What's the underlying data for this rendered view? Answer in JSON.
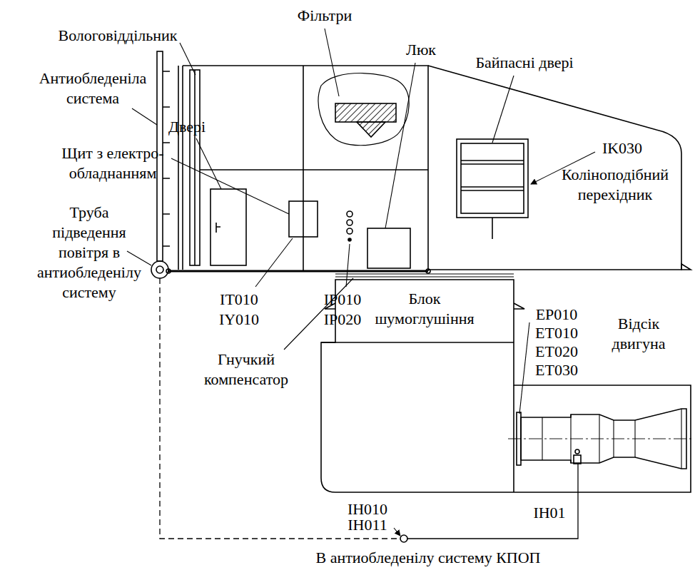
{
  "diagram": {
    "labels": [
      "Фільтри",
      "Вологовіддільник",
      "Люк",
      "Антиобледеніла система",
      "Байпасні двері",
      "Двері",
      "IK030",
      "Щит з електро- обладнанням",
      "Коліноподібний перехідник",
      "Труба підведення повітря в антиобледенілу систему",
      "Блок шумоглушіння",
      "IT010",
      "IY010",
      "IP010",
      "IP020",
      "Відсік двигуна",
      "EP010",
      "ET010",
      "ET020",
      "ET030",
      "Гнучкий компенсатор",
      "IH010",
      "IH011",
      "IH01",
      "В антиобледенілу систему КПОП"
    ]
  }
}
